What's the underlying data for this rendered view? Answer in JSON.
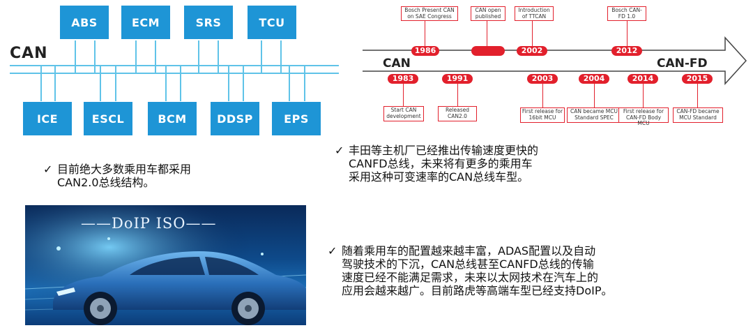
{
  "topology": {
    "bus_label": "CAN",
    "top_nodes": [
      "ABS",
      "ECM",
      "SRS",
      "TCU"
    ],
    "bottom_nodes": [
      "ICE",
      "ESCL",
      "BCM",
      "DDSP",
      "EPS"
    ],
    "node_color": "#1e95d6",
    "bus_color": "#5fc3e8"
  },
  "timeline": {
    "start_label": "CAN",
    "end_label": "CAN-FD",
    "accent_color": "#e2202c",
    "upper_events": [
      {
        "year": "1986",
        "text": "Bosch Present CAN on SAE Congress"
      },
      {
        "year": "",
        "text": "CAN open published"
      },
      {
        "year": "2002",
        "text": "Introduction of TTCAN"
      },
      {
        "year": "2012",
        "text": "Bosch CAN-FD 1.0"
      }
    ],
    "lower_events": [
      {
        "year": "1983",
        "text": "Start CAN development"
      },
      {
        "year": "1991",
        "text": "Released CAN2.0"
      },
      {
        "year": "2003",
        "text": "First release for 16bit MCU"
      },
      {
        "year": "2004",
        "text": "CAN became MCU Standard SPEC"
      },
      {
        "year": "2014",
        "text": "First release for CAN-FD Body MCU"
      },
      {
        "year": "2015",
        "text": "CAN-FD became MCU Standard"
      }
    ]
  },
  "notes": {
    "check": "✓",
    "can20": "目前绝大多数乘用车都采用\nCAN2.0总线结构。",
    "canfd": "丰田等主机厂已经推出传输速度更快的\nCANFD总线，未来将有更多的乘用车\n采用这种可变速率的CAN总线车型。",
    "ethernet": "随着乘用车的配置越来越丰富，ADAS配置以及自动\n驾驶技术的下沉，CAN总线甚至CANFD总线的传输\n速度已经不能满足需求，未来以太网技术在汽车上的\n应用会越来越广。目前路虎等高端车型已经支持DoIP。"
  },
  "doip": {
    "title": "——DoIP ISO——"
  }
}
